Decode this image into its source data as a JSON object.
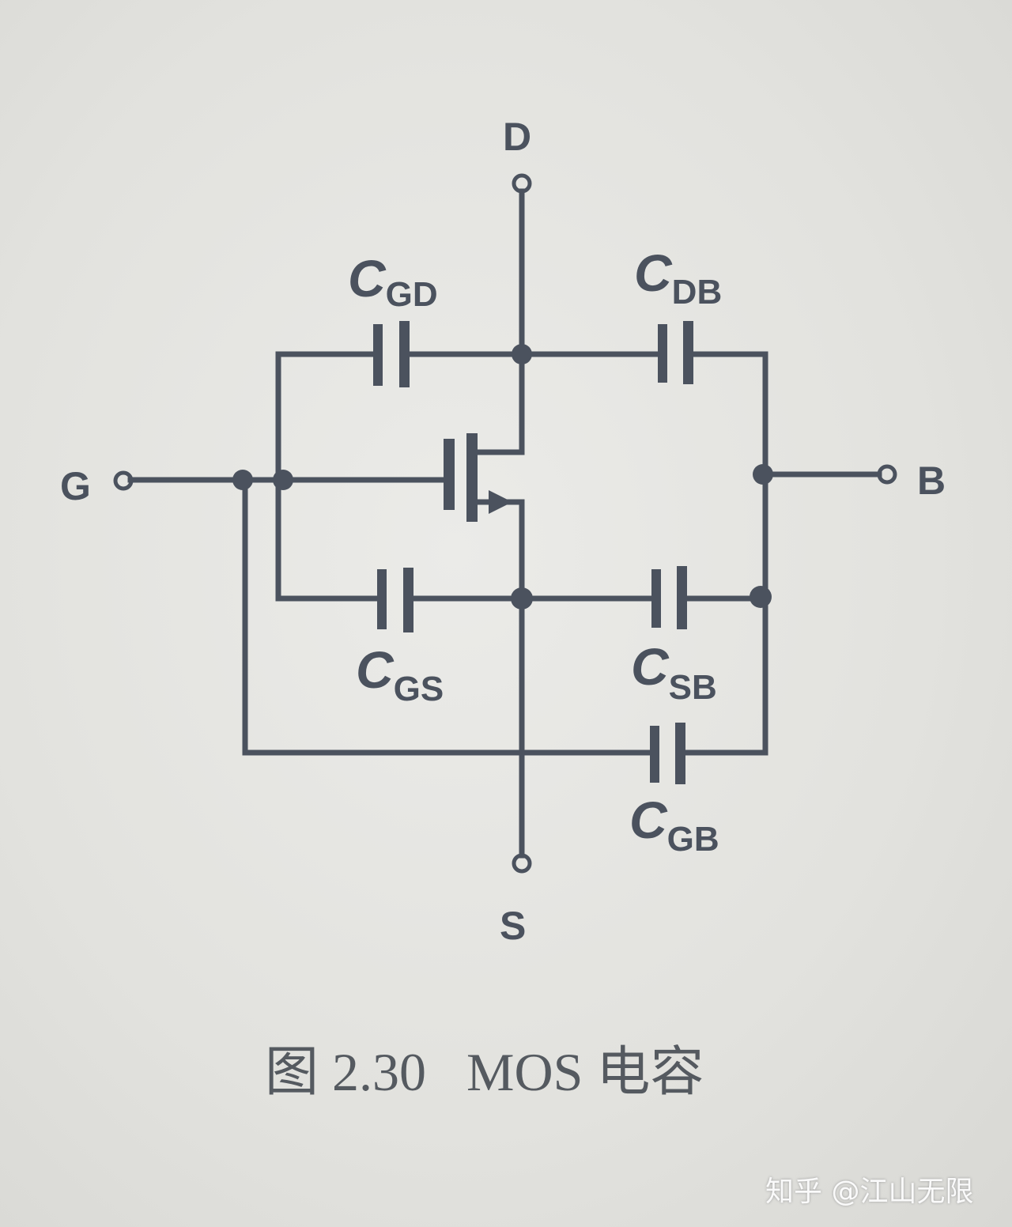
{
  "terminals": {
    "drain": "D",
    "source": "S",
    "gate": "G",
    "bulk": "B"
  },
  "capacitors": [
    {
      "symbol": "C",
      "subscript": "GD"
    },
    {
      "symbol": "C",
      "subscript": "DB"
    },
    {
      "symbol": "C",
      "subscript": "GS"
    },
    {
      "symbol": "C",
      "subscript": "SB"
    },
    {
      "symbol": "C",
      "subscript": "GB"
    }
  ],
  "caption": "图 2.30   MOS 电容",
  "watermark": "知乎 @江山无限",
  "colors": {
    "line": "#4b525e",
    "background": "#e4e4e0"
  }
}
